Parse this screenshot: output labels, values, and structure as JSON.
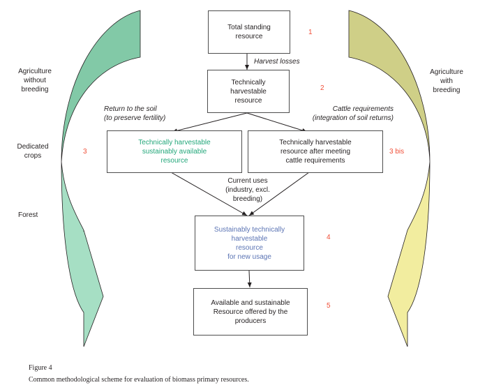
{
  "figure": {
    "number_label": "Figure 4",
    "caption": "Common methodological scheme for evaluation of biomass primary resources."
  },
  "colors": {
    "left_arrow_top": "#82c9a7",
    "left_arrow_bottom": "#a6dfc4",
    "right_arrow_top": "#cfcf87",
    "right_arrow_bottom": "#f2ed9f",
    "step_numbers": "#f04e37",
    "sustainable_text": "#23a77a",
    "new_usage_text": "#5b74b4"
  },
  "side_labels": {
    "left": [
      "Agriculture\nwithout\nbreeding",
      "Dedicated\ncrops",
      "Forest"
    ],
    "right": [
      "Agriculture\nwith\nbreeding"
    ]
  },
  "boxes": {
    "total": "Total standing\nresource",
    "harvestable": "Technically\nharvestable\nresource",
    "sustainable": "Technically harvestable\nsustainably available\nresource",
    "cattle": "Technically harvestable\nresource after meeting\ncattle requirements",
    "new_usage": "Sustainably technically\nharvestable\nresource\nfor new usage",
    "offered": "Available and sustainable\nResource offered by the\nproducers"
  },
  "edge_labels": {
    "harvest_losses": "Harvest losses",
    "return_soil": "Return to the soil\n(to preserve fertility)",
    "cattle_req": "Cattle requirements\n(integration of soil returns)",
    "current_uses": "Current uses\n(industry, excl.\nbreeding)"
  },
  "step_numbers": {
    "s1": "1",
    "s2": "2",
    "s3": "3",
    "s3bis": "3 bis",
    "s4": "4",
    "s5": "5"
  }
}
